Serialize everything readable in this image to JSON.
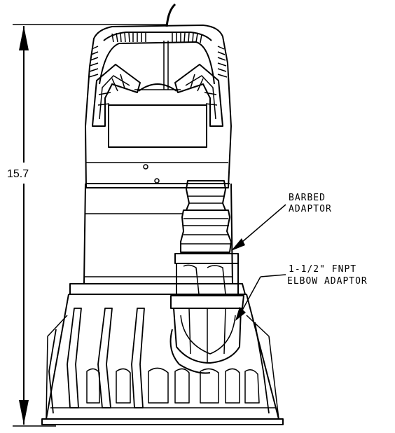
{
  "dimension": {
    "height_value": "15.7"
  },
  "callouts": {
    "barbed": {
      "line1": "BARBED",
      "line2": "ADAPTOR"
    },
    "elbow": {
      "line1": "1-1/2\" FNPT",
      "line2": "ELBOW ADAPTOR"
    }
  },
  "colors": {
    "ink": "#000000",
    "paper": "#ffffff"
  }
}
